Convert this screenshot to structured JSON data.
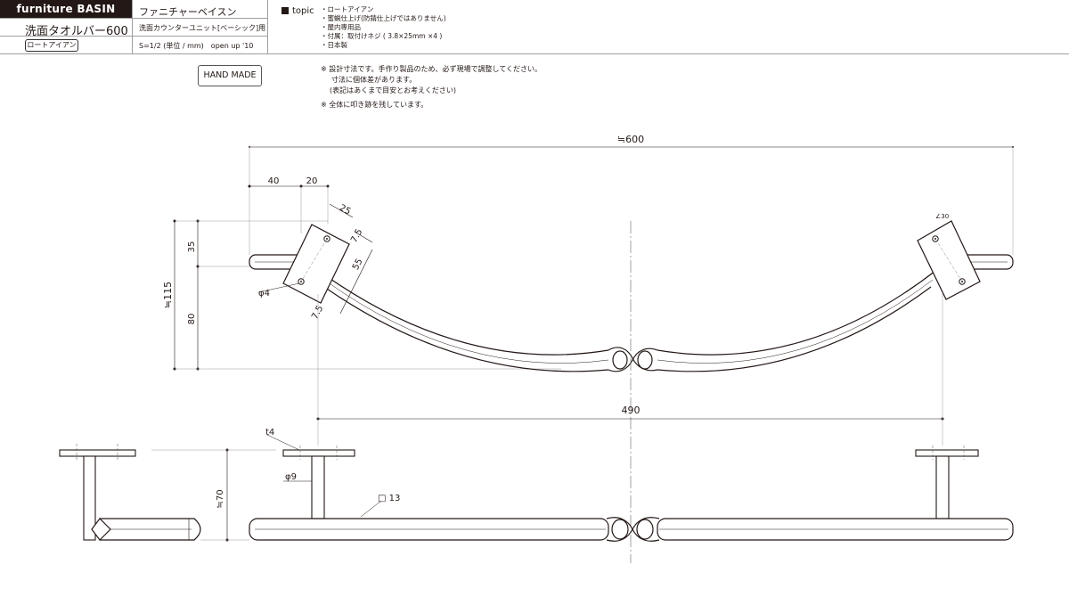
{
  "header": {
    "brand": "furniture BASIN",
    "series": "ファニチャーベイスン",
    "product": "洗面タオルバー600",
    "usage": "洗面カウンターユニット[ベーシック]用",
    "material": "ロートアイアン",
    "scale": "S=1/2 (単位 / mm)　open up '10"
  },
  "topic": {
    "label": "topic",
    "items": [
      "・ロートアイアン",
      "・蜜蝋仕上げ(防錆仕上げではありません)",
      "・屋内専用品",
      "・付属：取付けネジ ( 3.8×25mm ×4 )",
      "・日本製"
    ]
  },
  "badge": "HAND MADE",
  "notes": {
    "line1": "※ 設計寸法です。手作り製品のため、必ず現場で調整してください。",
    "line2": "寸法に個体差があります。",
    "line3": "(表記はあくまで目安とお考えください)",
    "line4": "※ 全体に叩き跡を残しています。"
  },
  "dimensions": {
    "overall_width": "≒600",
    "d40": "40",
    "d20": "20",
    "d25": "25",
    "d7_5a": "7.5",
    "d55": "55",
    "d7_5b": "7.5",
    "d35": "35",
    "d80": "80",
    "height": "≒115",
    "phi4": "φ4",
    "angle": "∠30",
    "span": "490",
    "t4": "t4",
    "phi9": "φ9",
    "sq13": "□ 13",
    "depth": "≒70"
  }
}
